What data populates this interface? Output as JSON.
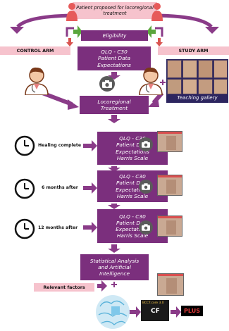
{
  "colors": {
    "purple": "#7b2f7d",
    "pink": "#f6c3cd",
    "arrow": "#8a3b88",
    "green_arrow": "#5aa63c",
    "dark_band": "#2c255f"
  },
  "header": {
    "patient_proposed": "Patient proposed for locoregional treatment",
    "eligibility": "Eligibility",
    "control_arm": "CONTROL ARM",
    "study_arm": "STUDY ARM"
  },
  "boxes": {
    "qlq1": [
      "QLQ - C30",
      "Patient Data",
      "Expectations"
    ],
    "locoregional": [
      "Locoregional",
      "Treatment"
    ],
    "qlq2": [
      "QLQ - C30",
      "Patient Data",
      "Expectations",
      "Harris Scale"
    ],
    "qlq3": [
      "QLQ - C30",
      "Patient Data",
      "Expectations",
      "Harris Scale"
    ],
    "qlq4": [
      "QLQ - C30",
      "Patient Data",
      "Expectations",
      "Harris Scale"
    ],
    "stats": [
      "Statistical Analysis",
      "and Artificial",
      "Intelligence"
    ]
  },
  "gallery_label": "Teaching gallery",
  "stages": {
    "healing": "Healing complete",
    "six_months": "6 months after",
    "twelve_months": "12 months after"
  },
  "relevant_factors": "Relevant factors",
  "logo": {
    "left": "BCCT.core 3.0",
    "right_sub": "CF",
    "plus": "PLUS"
  },
  "icons": [
    "person-icon",
    "doctor-icon",
    "camera-icon",
    "clock-icon",
    "brain-icon",
    "plus-icon",
    "arrow-icon"
  ]
}
